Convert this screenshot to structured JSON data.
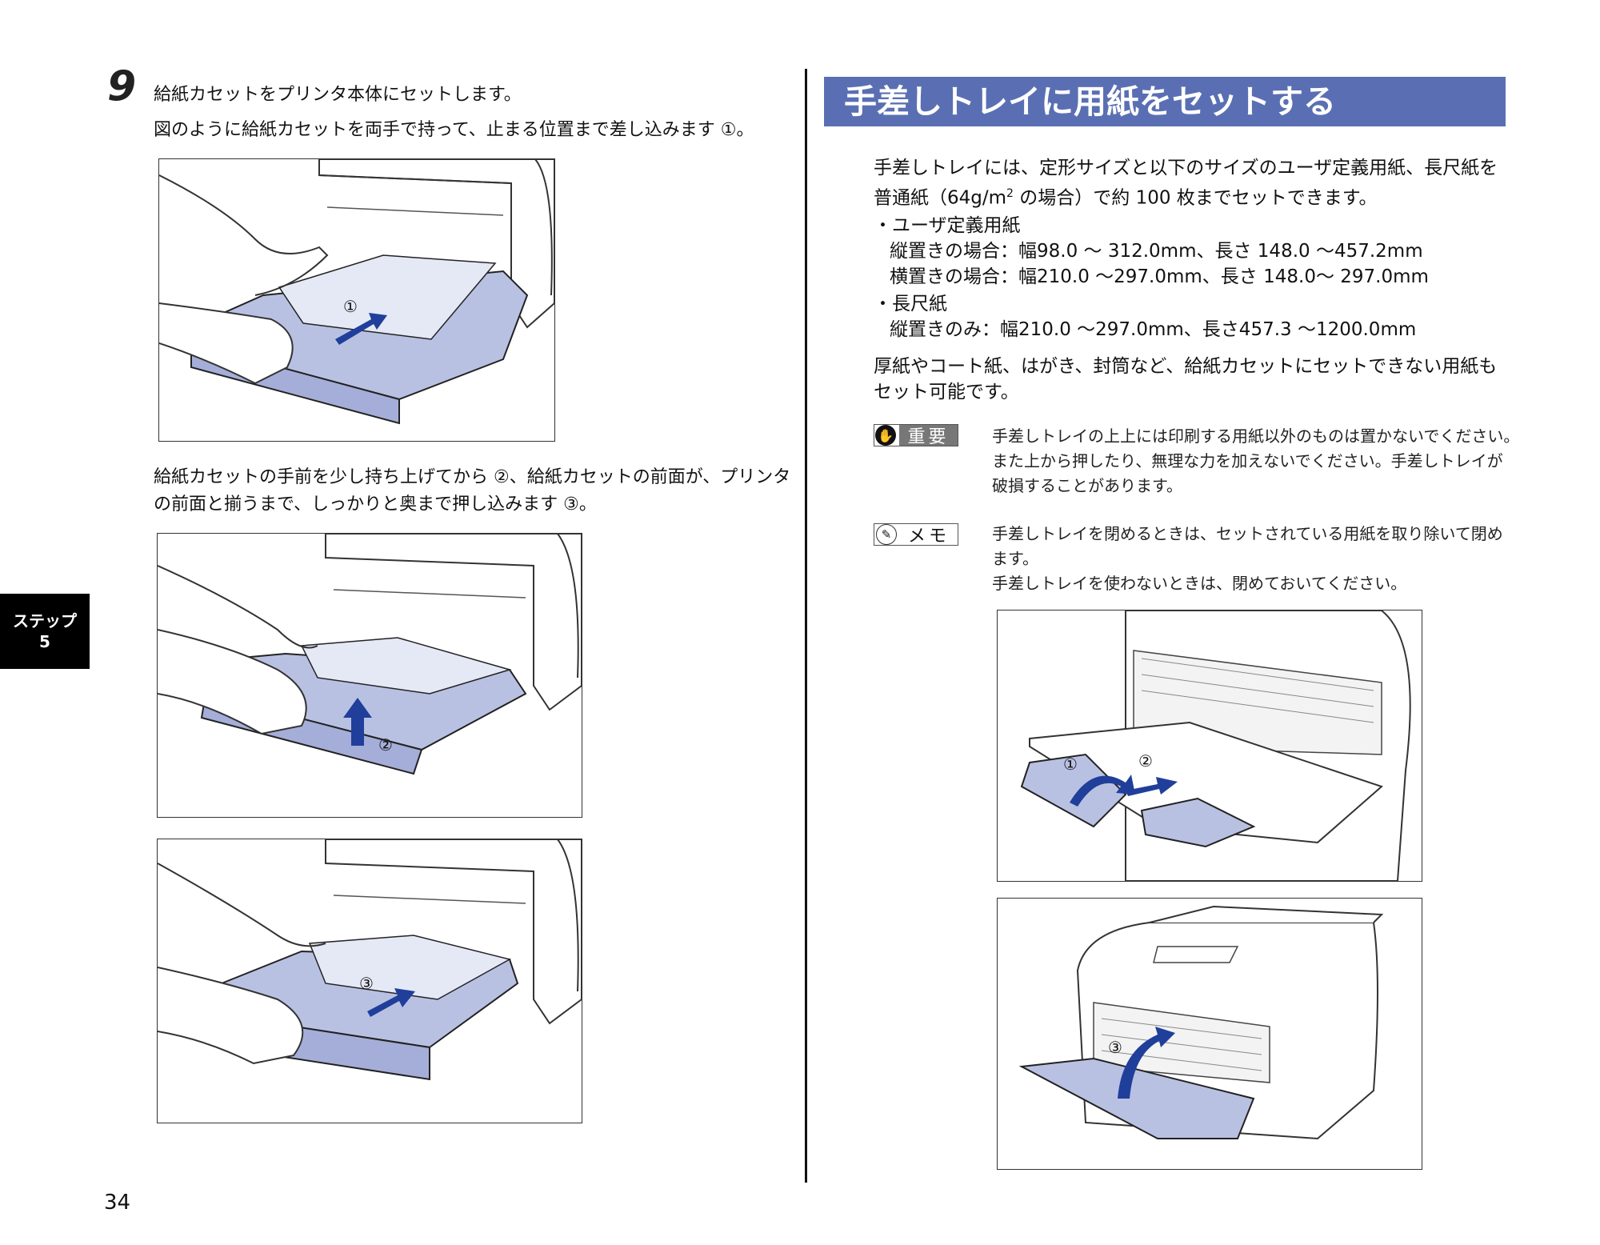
{
  "step": {
    "number": "9",
    "title": "給紙カセットをプリンタ本体にセットします。",
    "instruction1": "図のように給紙カセットを両手で持って、止まる位置まで差し込みます ①。",
    "instruction2_line1": "給紙カセットの手前を少し持ち上げてから ②、給紙カセットの前面が、プリンタ",
    "instruction2_line2": "の前面と揃うまで、しっかりと奥まで押し込みます ③。"
  },
  "figures": {
    "fig1_marker": "①",
    "fig2_marker": "②",
    "fig3_marker": "③",
    "fig4_marker1": "①",
    "fig4_marker2": "②",
    "fig5_marker": "③"
  },
  "section": {
    "title": "手差しトレイに用紙をセットする",
    "intro_line1": "手差しトレイには、定形サイズと以下のサイズのユーザ定義用紙、長尺紙を",
    "intro_line2_a": "普通紙（64g/m",
    "intro_line2_sup": "2",
    "intro_line2_b": " の場合）で約 100 枚までセットできます。",
    "bullet1_title": "・ユーザ定義用紙",
    "bullet1_line1": "縦置きの場合：幅98.0 ～ 312.0mm、長さ 148.0 ～457.2mm",
    "bullet1_line2": "横置きの場合：幅210.0 ～297.0mm、長さ 148.0～ 297.0mm",
    "bullet2_title": "・長尺紙",
    "bullet2_line1": "縦置きのみ：幅210.0 ～297.0mm、長さ457.3 ～1200.0mm",
    "outro_line1": "厚紙やコート紙、はがき、封筒など、給紙カセットにセットできない用紙も",
    "outro_line2": "セット可能です。"
  },
  "important": {
    "label": "重要",
    "line1": "手差しトレイの上上には印刷する用紙以外のものは置かないでください。",
    "line2": "また上から押したり、無理な力を加えないでください。手差しトレイが",
    "line3": "破損することがあります。"
  },
  "memo": {
    "label": "メモ",
    "line1": "手差しトレイを閉めるときは、セットされている用紙を取り除いて閉め",
    "line2": "ます。",
    "line3": "手差しトレイを使わないときは、閉めておいてください。"
  },
  "side_tab": {
    "line1": "ステップ",
    "line2": "5"
  },
  "page_number": "34",
  "colors": {
    "accent": "#5a6fb3",
    "tray": "#b9c1e3",
    "arrow": "#1f3f9a"
  }
}
